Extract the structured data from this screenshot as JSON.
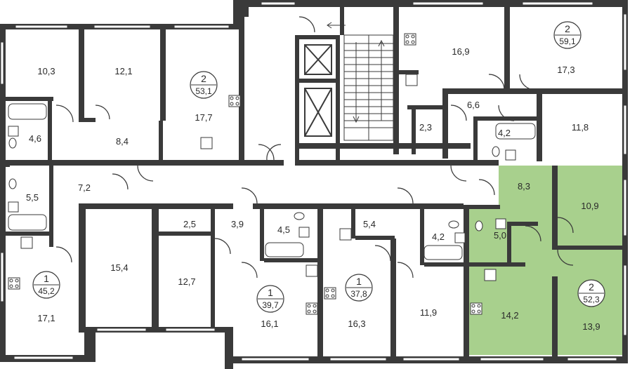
{
  "colors": {
    "wall": "#3a3a3a",
    "highlight": "#a8d08d",
    "window": "#ffffff",
    "text": "#2a2a2a"
  },
  "rooms": [
    {
      "id": "r-a",
      "area": "10,3"
    },
    {
      "id": "r-b",
      "area": "12,1"
    },
    {
      "id": "r-c",
      "area": "17,7"
    },
    {
      "id": "r-d",
      "area": "4,6"
    },
    {
      "id": "r-e",
      "area": "8,4"
    },
    {
      "id": "r-f",
      "area": "5,5"
    },
    {
      "id": "r-g",
      "area": "7,2"
    },
    {
      "id": "r-h",
      "area": "17,1"
    },
    {
      "id": "r-i",
      "area": "15,4"
    },
    {
      "id": "r-j",
      "area": "2,5"
    },
    {
      "id": "r-k",
      "area": "12,7"
    },
    {
      "id": "r-l",
      "area": "3,9"
    },
    {
      "id": "r-m",
      "area": "4,5"
    },
    {
      "id": "r-n",
      "area": "16,1"
    },
    {
      "id": "r-o",
      "area": "16,3"
    },
    {
      "id": "r-p",
      "area": "5,4"
    },
    {
      "id": "r-q",
      "area": "4,2"
    },
    {
      "id": "r-r",
      "area": "11,9"
    },
    {
      "id": "r-s",
      "area": "16,9"
    },
    {
      "id": "r-t",
      "area": "17,3"
    },
    {
      "id": "r-u",
      "area": "6,6"
    },
    {
      "id": "r-v",
      "area": "2,3"
    },
    {
      "id": "r-w",
      "area": "4,2"
    },
    {
      "id": "r-x",
      "area": "11,8"
    },
    {
      "id": "r-y",
      "area": "8,3"
    },
    {
      "id": "r-z",
      "area": "10,9"
    },
    {
      "id": "r-aa",
      "area": "5,0"
    },
    {
      "id": "r-ab",
      "area": "14,2"
    },
    {
      "id": "r-ac",
      "area": "13,9"
    }
  ],
  "apartments": [
    {
      "id": "apt-2-53",
      "rooms": "2",
      "area": "53,1"
    },
    {
      "id": "apt-2-59",
      "rooms": "2",
      "area": "59,1"
    },
    {
      "id": "apt-1-45",
      "rooms": "1",
      "area": "45,2"
    },
    {
      "id": "apt-1-39",
      "rooms": "1",
      "area": "39,7"
    },
    {
      "id": "apt-1-37",
      "rooms": "1",
      "area": "37,8"
    },
    {
      "id": "apt-2-52",
      "rooms": "2",
      "area": "52,3"
    }
  ]
}
